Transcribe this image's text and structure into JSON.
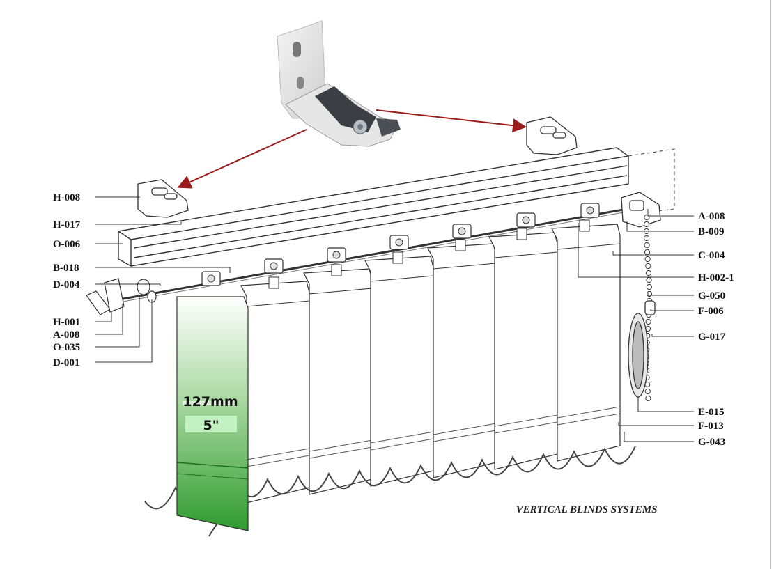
{
  "diagram": {
    "title": "VERTICAL BLINDS SYSTEMS",
    "width_label_mm": "127mm",
    "width_label_in": "5\"",
    "colors": {
      "highlight_top": "#ffffff",
      "highlight_bottom": "#2f9a2f",
      "arrow": "#9b1b1b",
      "line": "#333333"
    },
    "left_labels": [
      "H-008",
      "H-017",
      "O-006",
      "B-018",
      "D-004",
      "H-001",
      "A-008",
      "O-035",
      "D-001"
    ],
    "right_labels": [
      "A-008",
      "B-009",
      "C-004",
      "H-002-1",
      "G-050",
      "F-006",
      "G-017",
      "E-015",
      "F-013",
      "G-043"
    ]
  }
}
